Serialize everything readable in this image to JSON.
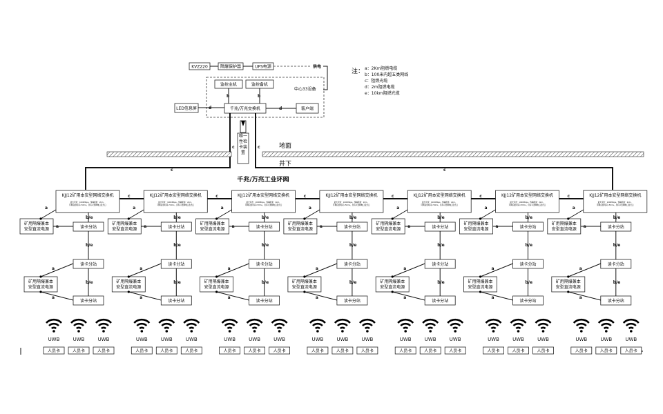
{
  "top": {
    "kvz": "KVZ220",
    "surge": "隔爆保护器",
    "ups": "UPS电源",
    "supply": "供电",
    "monitor1": "监控主机",
    "monitor2": "监控备机",
    "center": "中心33设备",
    "core_switch": "千兆/万兆交换机",
    "led": "LED信息屏",
    "client": "客户端",
    "card_reader_box": "唯一性检卡装置",
    "surface": "地面",
    "underground": "井下",
    "ring": "千兆/万兆工业环网"
  },
  "legend": {
    "title": "注：",
    "items": [
      "a：2Km阻燃电缆",
      "b：100米内超五类网线",
      "c：阻燃光缆",
      "d：2m阻燃电缆",
      "e：10km阻燃光缆"
    ]
  },
  "labels": {
    "a": "a",
    "b": "b",
    "c": "c",
    "d": "d",
    "be": "b/e"
  },
  "station": {
    "switch": "KJJ12矿用本安型网络交换机",
    "switch_desc": "最大带宽：1000Mbps，传输距离：2km，环网自愈时间<50ms，具有以太网电口及光口",
    "power": "矿用隔爆兼本安型直流电源",
    "reader": "读卡分站",
    "uwb": "UWB",
    "person_card": "人员卡"
  },
  "stations_count": 7
}
